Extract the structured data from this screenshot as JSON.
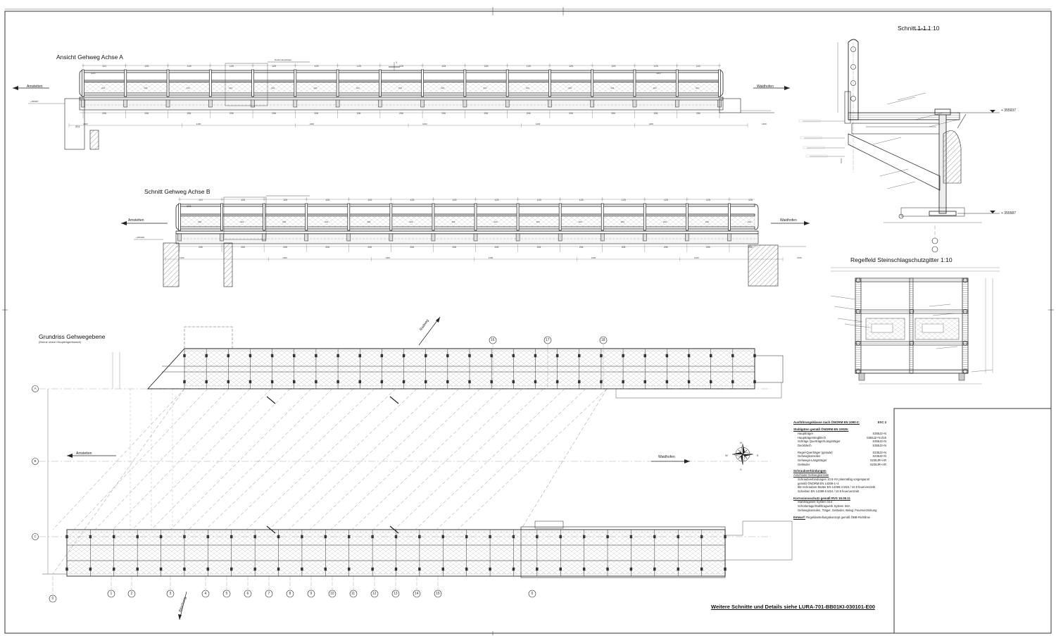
{
  "views": {
    "view_a_title": "Ansicht Gehweg Achse A",
    "view_b_title": "Schnitt Gehweg Achse B",
    "plan_title": "Grundriss Gehwegebene",
    "plan_subtitle": "(Ebene obere Hauptträgerflansch)",
    "section_title": "Schnitt 1-1 1:10",
    "grid_title": "Regelfeld Steinschlagschutzgitter 1:10",
    "footer_ref": "Weitere Schnitte und Details siehe LURA-701-BB01KI-030101-E00"
  },
  "directions": {
    "amstetten": "Amstetten",
    "waidhofen": "Waidhofen",
    "radweg": "Radweg",
    "boeschung": "Böschung"
  },
  "levels": {
    "upper": "+ 355937",
    "lower": "+ 355587"
  },
  "compass": {
    "n": "N",
    "s": "S",
    "e": "E",
    "w": "W"
  },
  "dimensions": {
    "field_label": "125",
    "first_field": "121",
    "last_field": "122",
    "post_spacing": "206",
    "end_spacing": "201"
  },
  "axis_numbers": [
    "0",
    "1",
    "2",
    "3",
    "4",
    "5",
    "6",
    "7",
    "8",
    "9",
    "10",
    "11",
    "12",
    "13",
    "14",
    "15"
  ],
  "axis_numbers_top": [
    "16",
    "17",
    "18"
  ],
  "axis_bottom_extra": "6",
  "row_letters": [
    "A",
    "B",
    "C"
  ],
  "notes": {
    "exc_title": "Ausführungsklasse nach ÖNORM EN 1090-2:",
    "exc_value": "EXC 3",
    "steel_title": "Stahlgüten gemäß ÖNORM EN 10025:",
    "steel": [
      {
        "item": "Hauptträger",
        "grade": "S355J2+N"
      },
      {
        "item": "Hauptträgerstegblech",
        "grade": "S355J2+N Z15"
      },
      {
        "item": "Schräge Querträger/Längsträger",
        "grade": "S355J2+N"
      },
      {
        "item": "Deckblech",
        "grade": "S355J2+N"
      },
      {
        "item": "Regel-Querträger (gerade)",
        "grade": "S235J2+N"
      },
      {
        "item": "Gehwegkonsolen",
        "grade": "S235J2+N"
      },
      {
        "item": "Gehwegs-Längsträger",
        "grade": "S235JR+AR"
      },
      {
        "item": "Geländer",
        "grade": "S235JR+AR"
      }
    ],
    "bolt_title": "Schraubverbindungen",
    "bolt_sub": "Anschluss Gehwegkonsole",
    "bolt_lines": [
      "Schraubverbindungen 10.9 HV planmäßig vorgespannt",
      "gemäß ÖNORM EN 14399-1+4",
      "6kt-Schrauben-Mutter EN 14399-4 M24 / 10.9 feuerverzinkt",
      "Scheiben EN 14399-6 M24 / 10.9 feuerverzinkt"
    ],
    "corr_title": "Korrosionsschutz gemäß RVS 15.05.11",
    "corr_lines": [
      "Stahltragwerk System S14",
      "Schotterlage/Stahltragwerk System S6A",
      "Gehwegkonsolen, Träger, Geländer, Belag: Feuerverzinkung"
    ],
    "rem_title": "Entwurf:",
    "rem_text": "Regeldarstellungskonzept gemäß ÖBB-Richtlinie"
  }
}
